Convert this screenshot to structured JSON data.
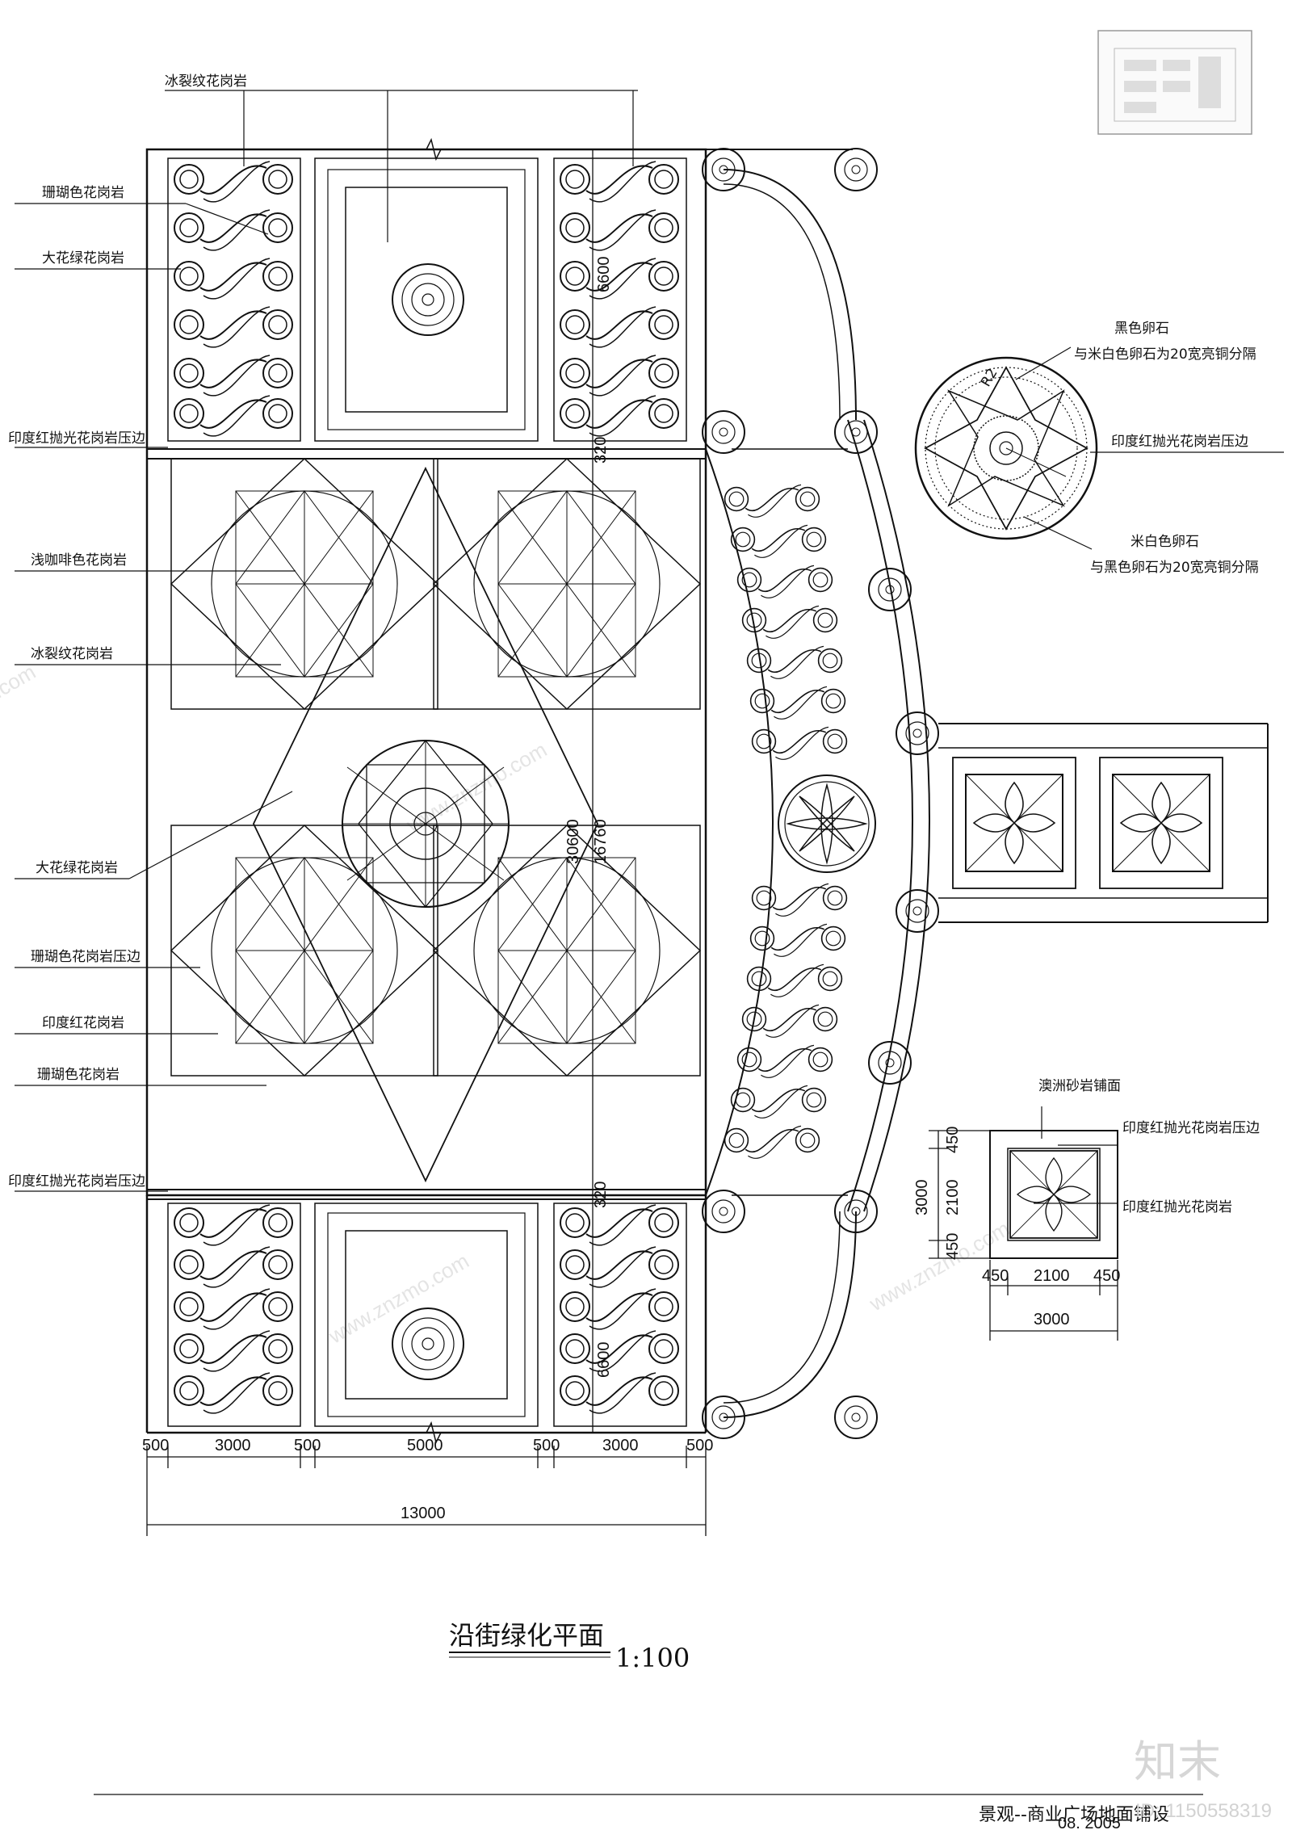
{
  "drawing": {
    "title": "沿街绿化平面",
    "scale": "1:100",
    "project_title": "景观--商业广场地面铺设",
    "date": "08. 2005",
    "watermark_brand": "知末",
    "watermark_id": "ID: 1150558319",
    "watermark_url": "www.znzmo.com"
  },
  "labels_left": {
    "top_ice": "冰裂纹花岗岩",
    "coral": "珊瑚色花岗岩",
    "green": "大花绿花岗岩",
    "edge_top": "印度红抛光花岗岩压边",
    "coffee": "浅咖啡色花岗岩",
    "ice": "冰裂纹花岗岩",
    "green2": "大花绿花岗岩",
    "coral_edge": "珊瑚色花岗岩压边",
    "indian_red": "印度红花岗岩",
    "coral2": "珊瑚色花岗岩",
    "edge_bottom": "印度红抛光花岗岩压边"
  },
  "labels_right": {
    "black_pebble": "黑色卵石",
    "black_pebble_note": "与米白色卵石为20宽亮铜分隔",
    "red_edge": "印度红抛光花岗岩压边",
    "white_pebble": "米白色卵石",
    "white_pebble_note": "与黑色卵石为20宽亮铜分隔",
    "radius": "R2",
    "sandstone": "澳洲砂岩铺面",
    "detail_edge": "印度红抛光花岗岩压边",
    "detail_fill": "印度红抛光花岗岩"
  },
  "dimensions": {
    "bottom": [
      "500",
      "3000",
      "500",
      "5000",
      "500",
      "3000",
      "500"
    ],
    "total": "13000",
    "vertical_top": "6600",
    "vertical_320a": "320",
    "vertical_320b": "320",
    "vertical_mid": "30600",
    "vertical_mid2": "16760",
    "vertical_bottom": "6600",
    "detail_h": [
      "450",
      "2100",
      "450"
    ],
    "detail_h_total": "3000",
    "detail_v": [
      "450",
      "2100",
      "450"
    ],
    "detail_v_total": "3000"
  },
  "colors": {
    "line": "#111111",
    "watermark": "#e4e4e4"
  }
}
